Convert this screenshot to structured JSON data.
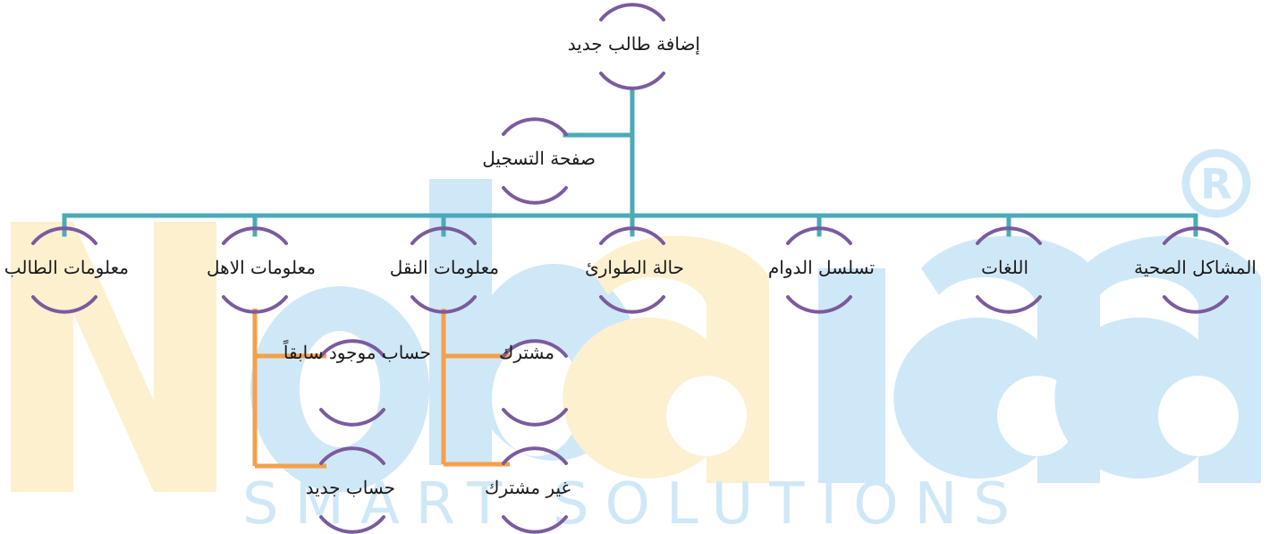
{
  "diagram": {
    "root": {
      "label": "إضافة طالب جديد"
    },
    "registration": {
      "label": "صفحة التسجيل"
    },
    "branches": [
      {
        "label": "المشاكل الصحية"
      },
      {
        "label": "اللغات"
      },
      {
        "label": "تسلسل الدوام"
      },
      {
        "label": "حالة الطوارئ"
      },
      {
        "label": "معلومات النقل"
      },
      {
        "label": "معلومات الاهل"
      },
      {
        "label": "معلومات الطالب"
      }
    ],
    "transport_children": [
      {
        "label": "مشترك"
      },
      {
        "label": "غير مشترك"
      }
    ],
    "parents_children": [
      {
        "label": "حساب موجود سابقاً"
      },
      {
        "label": "حساب جديد"
      }
    ]
  },
  "watermark": {
    "letters": [
      "N",
      "o",
      "b",
      "a",
      "i",
      "a",
      "a"
    ],
    "tagline": "S M A R T   S O L U T I O N S",
    "registered": "R",
    "colors": {
      "blue": "#cfe8f8",
      "yellow": "#fdf0cf"
    }
  },
  "colors": {
    "main_connector": "#4aaab8",
    "sub_connector": "#f5a04a",
    "node_arc": "#7b5a9e"
  }
}
